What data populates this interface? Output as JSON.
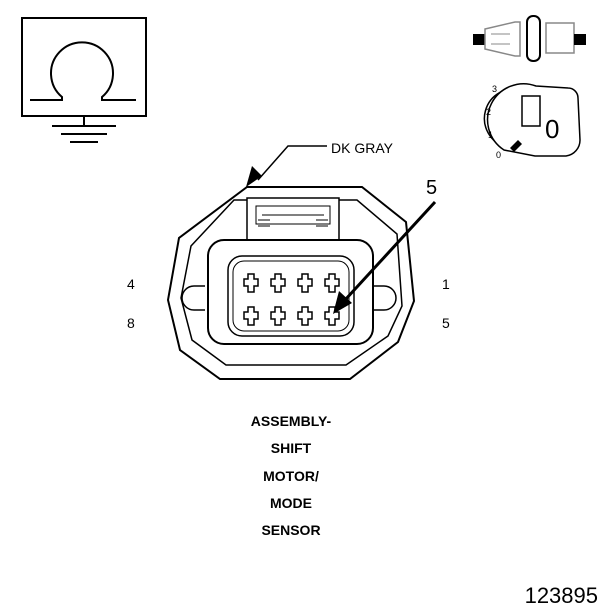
{
  "wire_color_callout": "DK GRAY",
  "pin_callout": "5",
  "pin_labels": {
    "top_left": "4",
    "bottom_left": "8",
    "top_right": "1",
    "bottom_right": "5"
  },
  "component_title": [
    "ASSEMBLY-",
    "SHIFT",
    "MOTOR/",
    "MODE",
    "SENSOR"
  ],
  "ignition_key": {
    "positions": [
      "3",
      "2",
      "1",
      "0"
    ],
    "key_glyph": "0"
  },
  "figure_id": "123895",
  "icons": {
    "ground_symbol": "ground-omega-icon",
    "connector_symbol": "inline-connector-icon",
    "ignition": "ignition-key-icon"
  }
}
